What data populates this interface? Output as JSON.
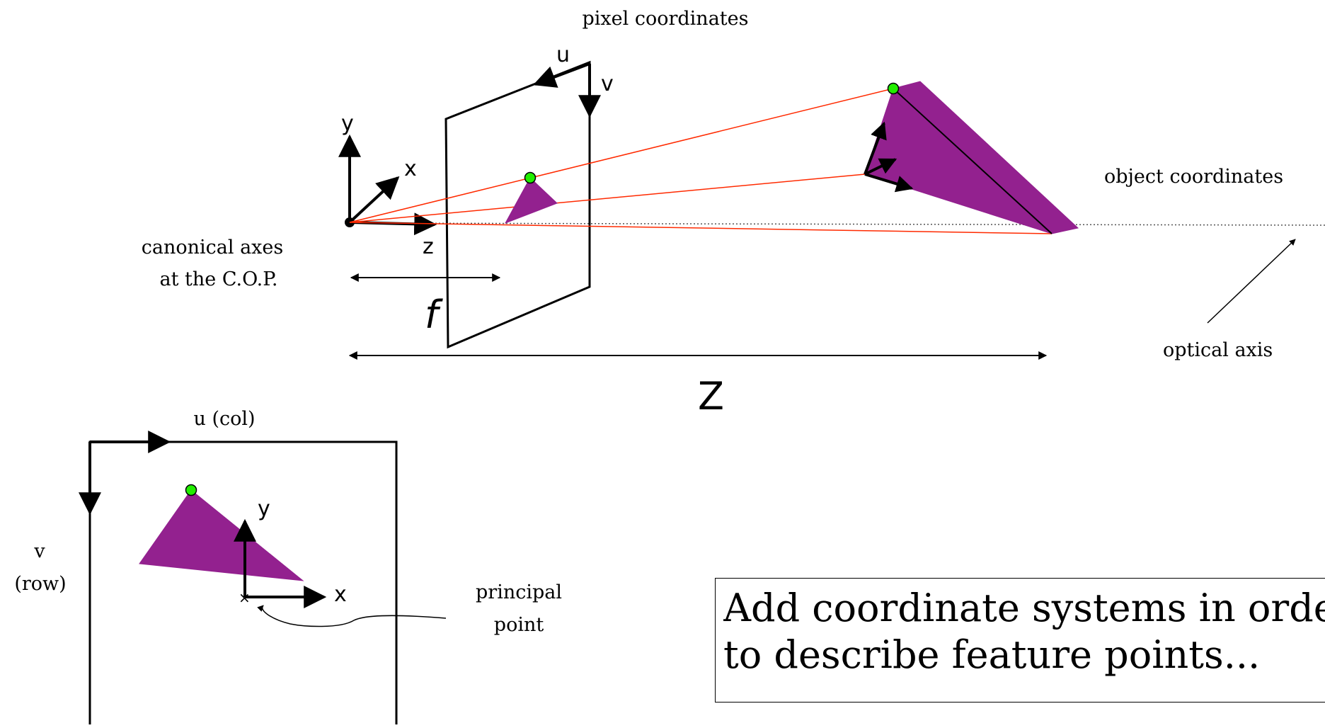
{
  "labels": {
    "pixel_coordinates": "pixel coordinates",
    "object_coordinates": "object coordinates",
    "canonical_axes_line1": "canonical axes",
    "canonical_axes_line2": "at the C.O.P.",
    "optical_axis": "optical axis",
    "principal_point_line1": "principal",
    "principal_point_line2": "point",
    "u_col": "u (col)",
    "v_line1": "v",
    "v_line2": "(row)"
  },
  "axes": {
    "camera_x": "x",
    "camera_y": "y",
    "camera_z": "z",
    "focal_length": "f",
    "depth": "Z",
    "image_u": "u",
    "image_v": "v",
    "pixel_x": "x",
    "pixel_y": "y"
  },
  "note": {
    "text": "Add coordinate systems in order to describe feature points..."
  },
  "colors": {
    "object_fill": "#93218f",
    "ray": "#ff2a00",
    "feature_point": "#22ee00",
    "ink": "#000000"
  }
}
